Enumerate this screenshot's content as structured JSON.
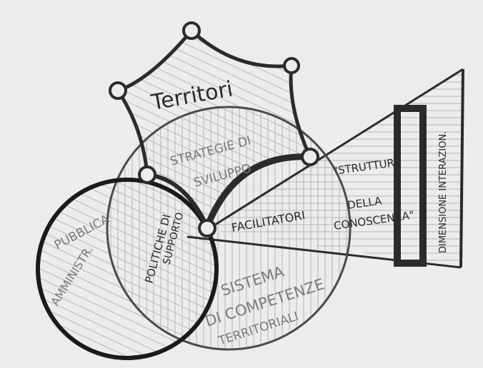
{
  "diagram": {
    "crown_label": "Territori",
    "arc_label_line1": "STRATEGIE DI",
    "arc_label_line2": "SVILUPPO",
    "left_circle_line1": "PUBBLICA",
    "left_circle_line2": "AMMINISTR.",
    "lens_line1": "POLITICHE DI",
    "lens_line2": "SUPPORTO",
    "center_label": "FACILITATORI",
    "bottom_line1": "SISTEMA",
    "bottom_line2": "DI COMPETENZE",
    "bottom_line3": "TERRITORIALI",
    "beam_line1": "\"STRUTTURE",
    "beam_line2": "DELLA",
    "beam_line3": "CONOSCENZA\"",
    "beam_vertical": "DIMENSIONE INTERAZION."
  },
  "colors": {
    "paper": "#ececea",
    "ink": "#2b2b2b",
    "hatch": "#b5b5b5",
    "light_ink": "#7a7a7a"
  }
}
